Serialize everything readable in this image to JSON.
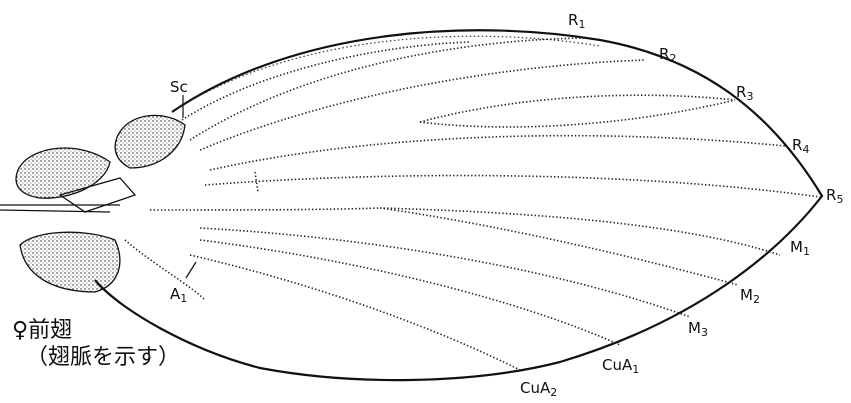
{
  "caption": {
    "line1": "♀前翅",
    "line2": "（翅脈を示す）"
  },
  "labels": [
    {
      "key": "R1",
      "base": "R",
      "sub": "1"
    },
    {
      "key": "R2",
      "base": "R",
      "sub": "2"
    },
    {
      "key": "R3",
      "base": "R",
      "sub": "3"
    },
    {
      "key": "R4",
      "base": "R",
      "sub": "4"
    },
    {
      "key": "R5",
      "base": "R",
      "sub": "5"
    },
    {
      "key": "M1",
      "base": "M",
      "sub": "1"
    },
    {
      "key": "M2",
      "base": "M",
      "sub": "2"
    },
    {
      "key": "M3",
      "base": "M",
      "sub": "3"
    },
    {
      "key": "CuA1",
      "base": "CuA",
      "sub": "1"
    },
    {
      "key": "CuA2",
      "base": "CuA",
      "sub": "2"
    },
    {
      "key": "A1",
      "base": "A",
      "sub": "1"
    },
    {
      "key": "Sc",
      "base": "Sc",
      "sub": ""
    }
  ]
}
